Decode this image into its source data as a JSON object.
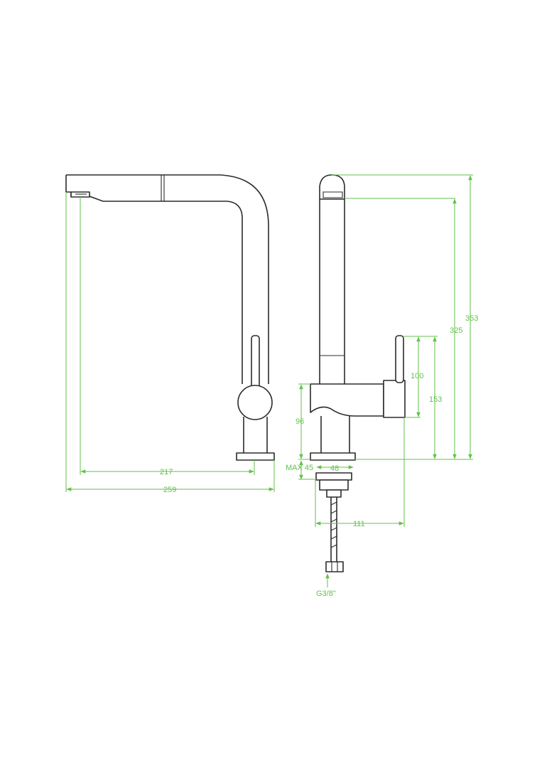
{
  "dimension_color": "#62c24a",
  "outline_color": "#2b2b2b",
  "dimensions": {
    "spout_reach": "217",
    "total_depth": "259",
    "total_height": "353",
    "spout_height": "325",
    "lever_height": "100",
    "body_height": "153",
    "body_width": "96",
    "max_worktop": "MAX 45",
    "base_diameter": "48",
    "spout_to_lever": "111",
    "connector_thread": "G3/8\""
  }
}
